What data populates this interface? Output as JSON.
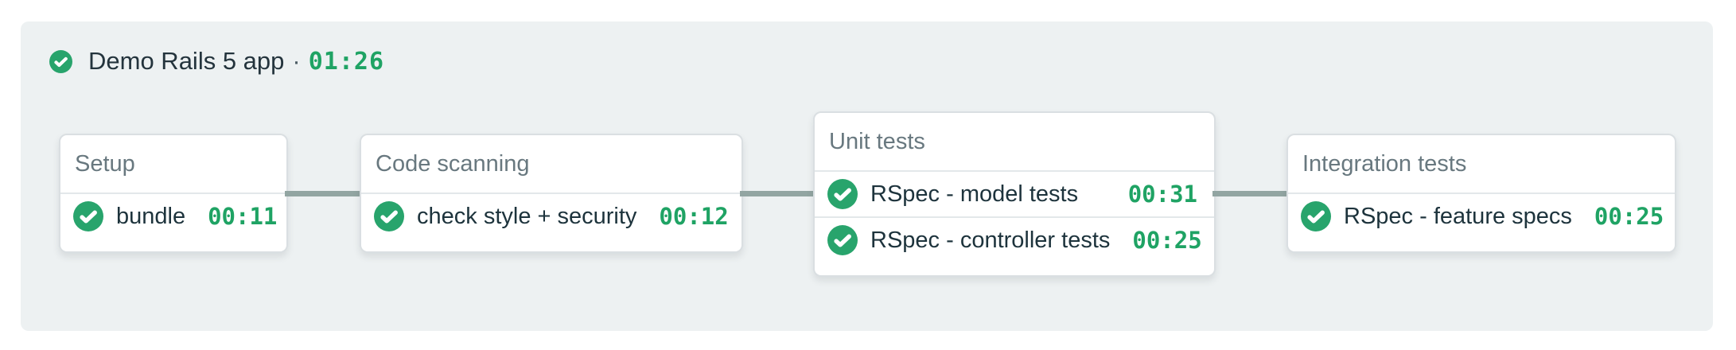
{
  "pipeline": {
    "name": "Demo Rails 5 app",
    "separator": "·",
    "duration": "01:26",
    "status": "passed",
    "status_icon": "check-circle-icon",
    "blocks": [
      {
        "title": "Setup",
        "jobs": [
          {
            "name": "bundle",
            "duration": "00:11",
            "status": "passed"
          }
        ]
      },
      {
        "title": "Code scanning",
        "jobs": [
          {
            "name": "check style + security",
            "duration": "00:12",
            "status": "passed"
          }
        ]
      },
      {
        "title": "Unit tests",
        "jobs": [
          {
            "name": "RSpec - model tests",
            "duration": "00:31",
            "status": "passed"
          },
          {
            "name": "RSpec - controller tests",
            "duration": "00:25",
            "status": "passed"
          }
        ]
      },
      {
        "title": "Integration tests",
        "jobs": [
          {
            "name": "RSpec - feature specs",
            "duration": "00:25",
            "status": "passed"
          }
        ]
      }
    ]
  },
  "colors": {
    "success_green": "#28a46c",
    "duration_green": "#1fa364",
    "connector_gray": "#92a5a2",
    "panel_bg": "#edf1f2",
    "card_border": "#dadfe2",
    "divider": "#e3e8ea",
    "title_gray": "#68787f",
    "text_dark": "#1d333c"
  }
}
